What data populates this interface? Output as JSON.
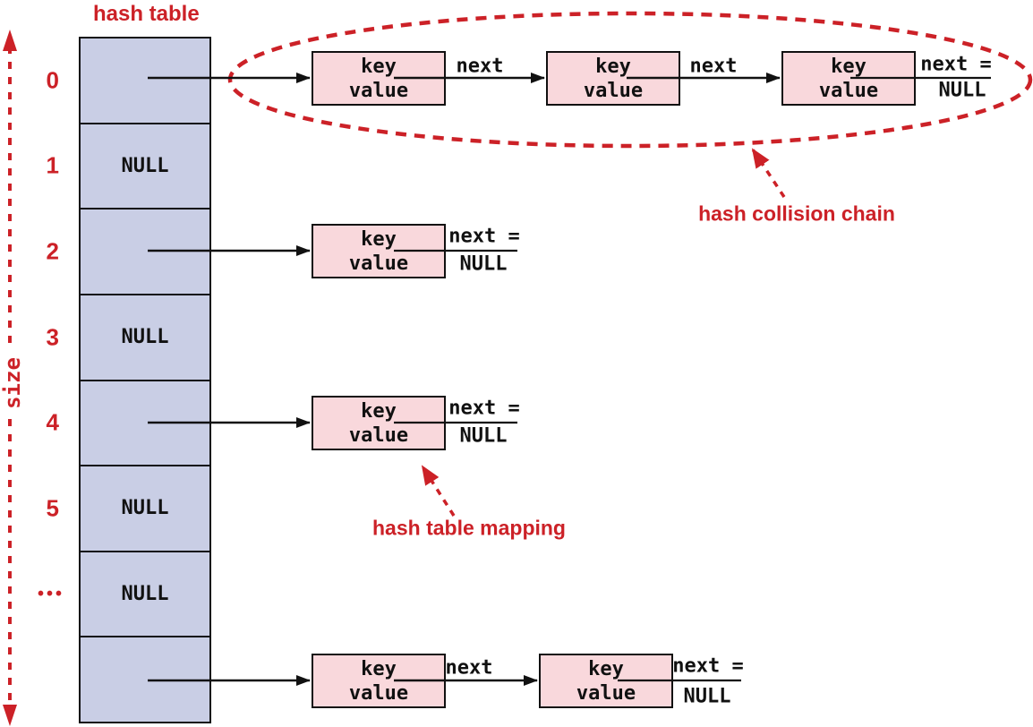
{
  "title": "hash table",
  "size_label": "size",
  "array": {
    "rows": [
      {
        "index": "0",
        "value": ""
      },
      {
        "index": "1",
        "value": "NULL"
      },
      {
        "index": "2",
        "value": ""
      },
      {
        "index": "3",
        "value": "NULL"
      },
      {
        "index": "4",
        "value": ""
      },
      {
        "index": "5",
        "value": "NULL"
      },
      {
        "index": "•••",
        "value": "NULL"
      },
      {
        "index": "",
        "value": ""
      }
    ]
  },
  "node": {
    "key": "key",
    "value": "value"
  },
  "labels": {
    "next": "next",
    "next_eq": "next =",
    "null_text": "NULL"
  },
  "annotations": {
    "collision_chain": "hash collision chain",
    "table_mapping": "hash table mapping"
  },
  "colors": {
    "red": "#cc2127",
    "cell_fill": "#c9cee5",
    "node_fill": "#f9d8dc",
    "line": "#111111"
  }
}
